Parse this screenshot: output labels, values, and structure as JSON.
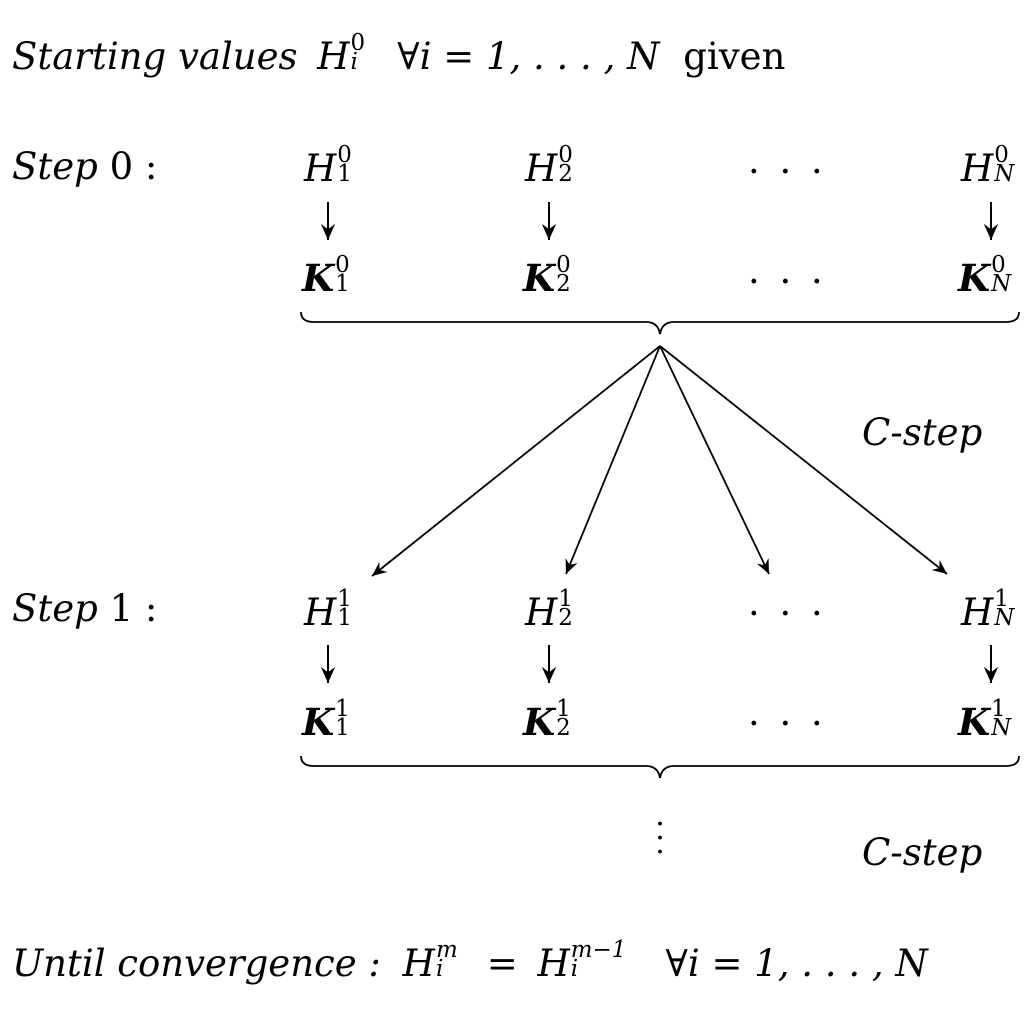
{
  "header": {
    "line_prefix": "Starting values",
    "H": "H",
    "sup": "0",
    "sub": "i",
    "forall": "∀i = 1, . . . , N",
    "given": "given"
  },
  "steps": [
    {
      "label": "Step",
      "num": "0 :",
      "sup": "0",
      "cols": [
        {
          "H": "H",
          "sub": "1",
          "K": "K"
        },
        {
          "H": "H",
          "sub": "2",
          "K": "K"
        },
        {
          "H": "",
          "sub": "",
          "K": ""
        },
        {
          "H": "H",
          "sub": "N",
          "K": "K"
        }
      ]
    },
    {
      "label": "Step",
      "num": "1 :",
      "sup": "1",
      "cols": [
        {
          "H": "H",
          "sub": "1",
          "K": "K"
        },
        {
          "H": "H",
          "sub": "2",
          "K": "K"
        },
        {
          "H": "",
          "sub": "",
          "K": ""
        },
        {
          "H": "H",
          "sub": "N",
          "K": "K"
        }
      ]
    }
  ],
  "ellipsis": "· · ·",
  "cstep_label": "C-step",
  "footer": {
    "label": "Until convergence :",
    "H": "H",
    "sup_left": "m",
    "sub": "i",
    "eq": "=",
    "sup_right": "m−1",
    "forall": "∀i = 1, . . . , N"
  }
}
